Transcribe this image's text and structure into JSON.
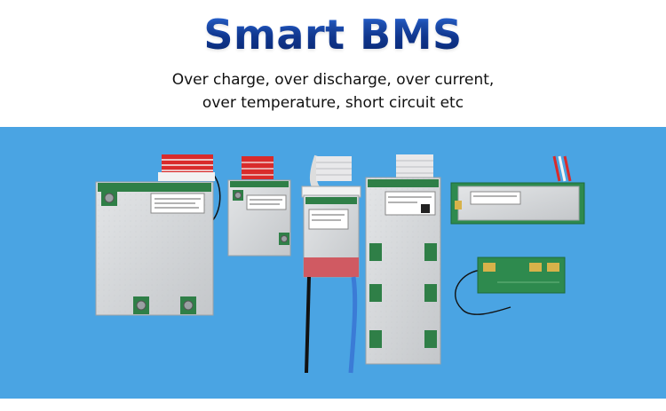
{
  "header": {
    "title": "Smart BMS",
    "subtitle_line1": "Over charge, over discharge, over current,",
    "subtitle_line2": "over temperature, short circuit etc"
  },
  "colors": {
    "title_blue": "#1a3f9a",
    "photo_background": "#4aa4e3",
    "board_metal": "#cfd2d4",
    "pcb_green": "#2e8a4e"
  },
  "photo": {
    "description_items": [
      "large-bms-board",
      "small-bms-board",
      "narrow-bms-board",
      "tall-bms-board",
      "long-pcb-board",
      "green-pcb-board"
    ]
  }
}
